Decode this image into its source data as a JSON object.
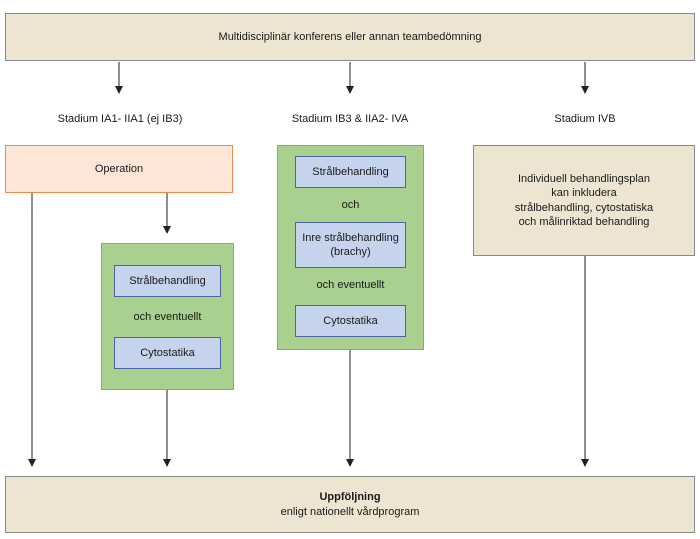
{
  "top": {
    "text": "Multidisciplinär konferens eller annan teambedömning"
  },
  "stages": {
    "left": "Stadium IA1- IIA1 (ej IB3)",
    "middle": "Stadium IB3 & IIA2- IVA",
    "right": "Stadium IVB"
  },
  "left": {
    "operation": "Operation",
    "green": {
      "box1": "Strålbehandling",
      "connector": "och eventuellt",
      "box2": "Cytostatika"
    }
  },
  "middle": {
    "box1": "Strålbehandling",
    "connector1": "och",
    "box2_line1": "Inre strålbehandling",
    "box2_line2": "(brachy)",
    "connector2": "och eventuellt",
    "box3": "Cytostatika"
  },
  "right": {
    "line1": "Individuell behandlingsplan",
    "line2": "kan inkludera",
    "line3": "strålbehandling, cytostatiska",
    "line4": "och målinriktad behandling"
  },
  "bottom": {
    "title": "Uppföljning",
    "subtitle": "enligt nationellt vårdprogram"
  },
  "colors": {
    "beige": "#ede5d1",
    "orange_fill": "#fde6d8",
    "orange_border": "#e98a4e",
    "green": "#a9d08e",
    "blue": "#c5d3ec"
  }
}
